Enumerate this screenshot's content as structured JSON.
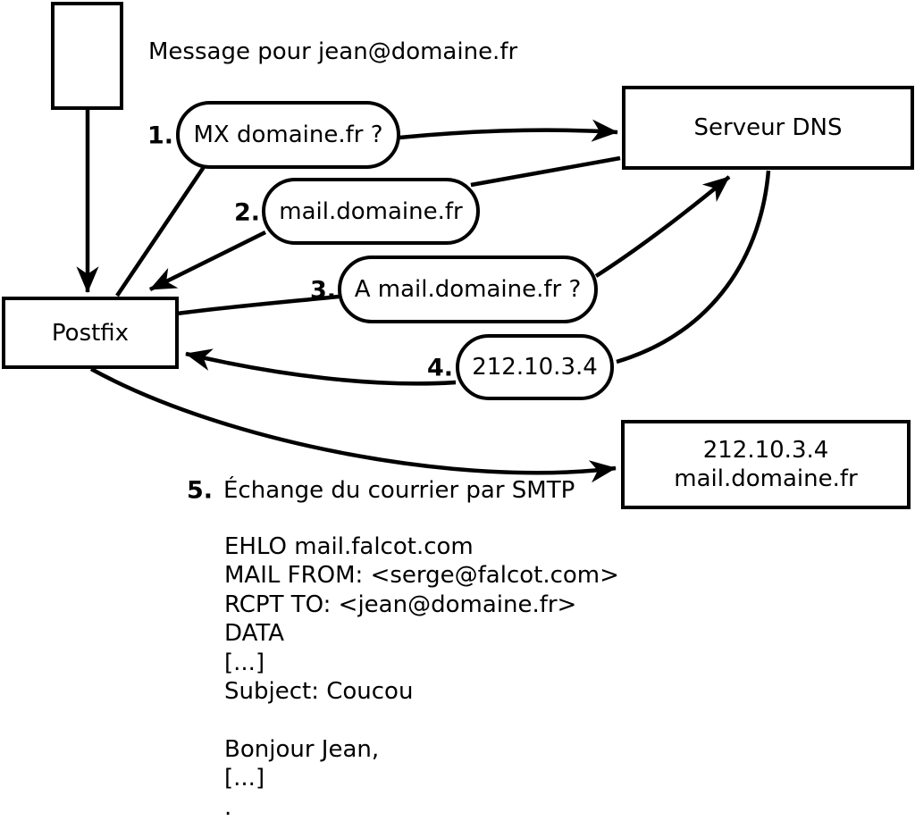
{
  "diagram": {
    "message_label": "Message pour jean@domaine.fr",
    "nodes": {
      "postfix": {
        "label": "Postfix"
      },
      "dns": {
        "label": "Serveur DNS"
      },
      "mailserver": {
        "line1": "212.10.3.4",
        "line2": "mail.domaine.fr"
      }
    },
    "steps": [
      {
        "number": "1.",
        "label": "MX domaine.fr ?"
      },
      {
        "number": "2.",
        "label": "mail.domaine.fr"
      },
      {
        "number": "3.",
        "label": "A mail.domaine.fr ?"
      },
      {
        "number": "4.",
        "label": "212.10.3.4"
      },
      {
        "number": "5.",
        "label": "Échange du courrier par SMTP"
      }
    ],
    "smtp_session": {
      "lines": [
        "EHLO mail.falcot.com",
        "MAIL FROM: <serge@falcot.com>",
        "RCPT TO: <jean@domaine.fr>",
        "DATA",
        "[...]",
        "Subject: Coucou",
        "",
        "Bonjour Jean,",
        "[...]",
        "."
      ]
    },
    "colors": {
      "line": "#000000",
      "background": "#ffffff"
    }
  }
}
